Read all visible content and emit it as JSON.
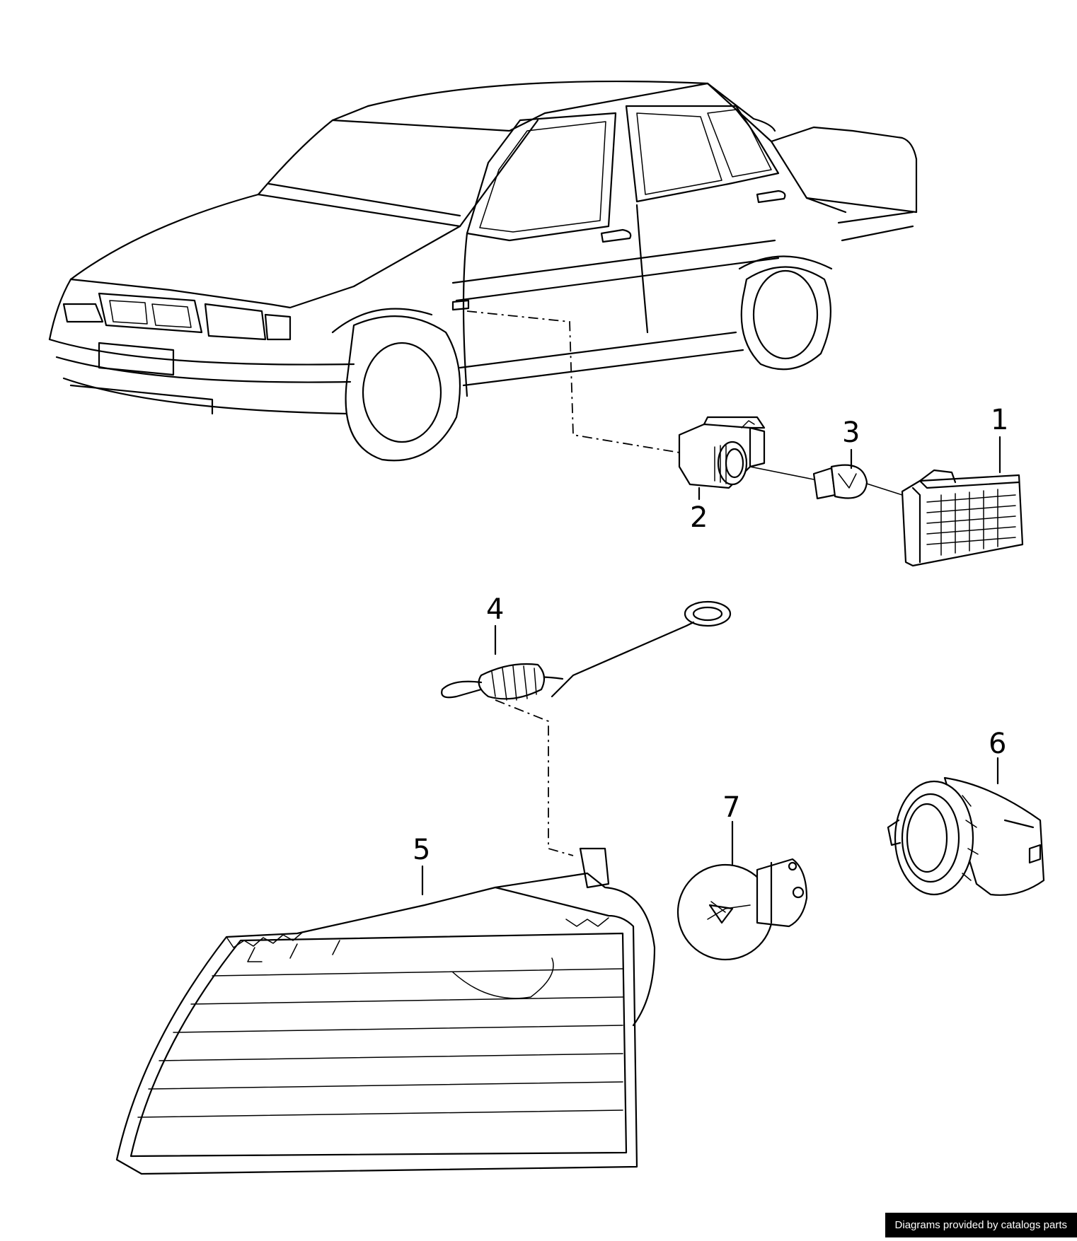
{
  "callouts": {
    "p1": "1",
    "p2": "2",
    "p3": "3",
    "p4": "4",
    "p5": "5",
    "p6": "6",
    "p7": "7"
  },
  "watermark": "Diagrams provided by catalogs parts"
}
